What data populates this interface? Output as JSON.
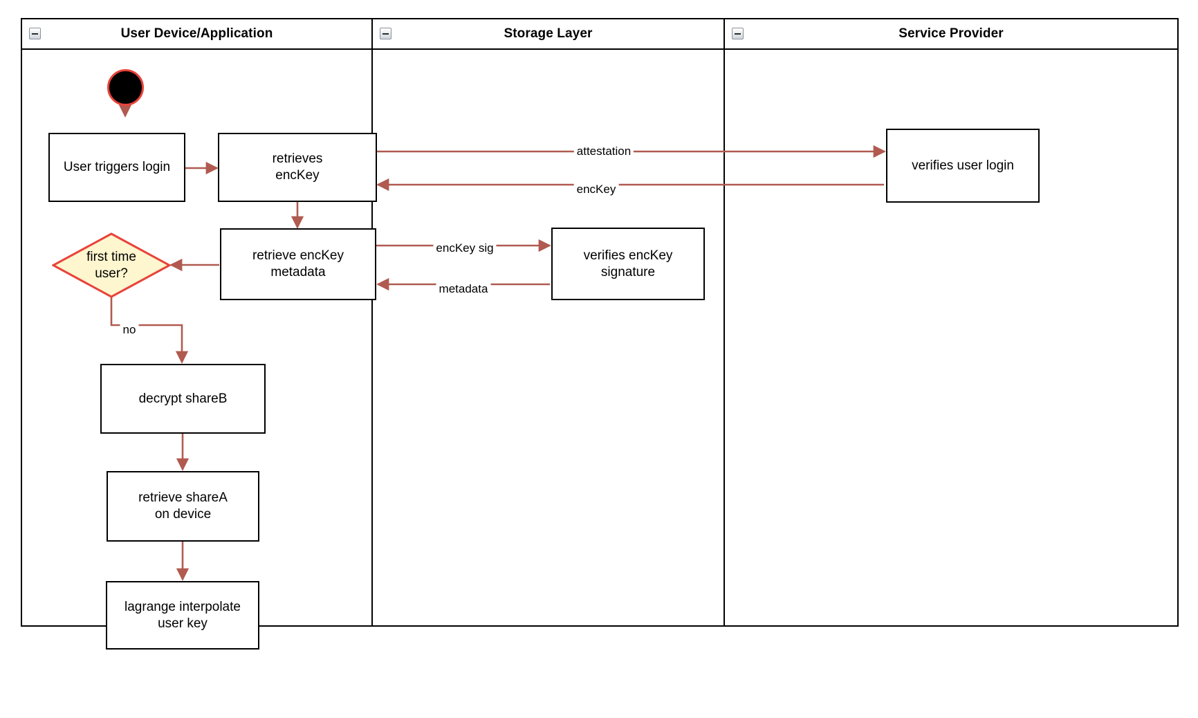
{
  "diagram": {
    "type": "swimlane-flowchart",
    "title": "",
    "accent_edge_color": "#b05a50",
    "node_border_color": "#000000",
    "decision_fill_color": "#fdf6cf",
    "decision_border_color": "#e8433a",
    "start_node_fill": "#000000",
    "start_node_border": "#e8433a"
  },
  "lanes": [
    {
      "id": "user",
      "title": "User Device/Application",
      "collapse_icon": "collapse-minus-icon"
    },
    {
      "id": "storage",
      "title": "Storage Layer",
      "collapse_icon": "collapse-minus-icon"
    },
    {
      "id": "provider",
      "title": "Service Provider",
      "collapse_icon": "collapse-minus-icon"
    }
  ],
  "nodes": [
    {
      "id": "start",
      "lane": "user",
      "shape": "start-circle",
      "label": ""
    },
    {
      "id": "trigger-login",
      "lane": "user",
      "shape": "process",
      "label": "User triggers login"
    },
    {
      "id": "retrieves-enckey",
      "lane": "user",
      "shape": "process",
      "label": "retrieves\nencKey"
    },
    {
      "id": "retrieve-enckey-metadata",
      "lane": "user",
      "shape": "process",
      "label": "retrieve encKey\nmetadata"
    },
    {
      "id": "first-time-user",
      "lane": "user",
      "shape": "decision",
      "label": "first time\nuser?"
    },
    {
      "id": "decrypt-shareb",
      "lane": "user",
      "shape": "process",
      "label": "decrypt shareB"
    },
    {
      "id": "retrieve-sharea",
      "lane": "user",
      "shape": "process",
      "label": "retrieve shareA\non device"
    },
    {
      "id": "lagrange-interpolate",
      "lane": "user",
      "shape": "process",
      "label": "lagrange interpolate\nuser key"
    },
    {
      "id": "verifies-enckey-signature",
      "lane": "storage",
      "shape": "process",
      "label": "verifies encKey\nsignature"
    },
    {
      "id": "verifies-user-login",
      "lane": "provider",
      "shape": "process",
      "label": "verifies user login"
    }
  ],
  "edges": [
    {
      "id": "e-start-trigger",
      "from": "start",
      "to": "trigger-login",
      "label": ""
    },
    {
      "id": "e-trigger-retrieves",
      "from": "trigger-login",
      "to": "retrieves-enckey",
      "label": ""
    },
    {
      "id": "e-attestation",
      "from": "retrieves-enckey",
      "to": "verifies-user-login",
      "label": "attestation"
    },
    {
      "id": "e-enckey",
      "from": "verifies-user-login",
      "to": "retrieves-enckey",
      "label": "encKey"
    },
    {
      "id": "e-retrieves-metadata",
      "from": "retrieves-enckey",
      "to": "retrieve-enckey-metadata",
      "label": ""
    },
    {
      "id": "e-enckey-sig",
      "from": "retrieve-enckey-metadata",
      "to": "verifies-enckey-signature",
      "label": "encKey sig"
    },
    {
      "id": "e-metadata",
      "from": "verifies-enckey-signature",
      "to": "retrieve-enckey-metadata",
      "label": "metadata"
    },
    {
      "id": "e-metadata-decision",
      "from": "retrieve-enckey-metadata",
      "to": "first-time-user",
      "label": ""
    },
    {
      "id": "e-no",
      "from": "first-time-user",
      "to": "decrypt-shareb",
      "label": "no"
    },
    {
      "id": "e-decrypt-retrieve",
      "from": "decrypt-shareb",
      "to": "retrieve-sharea",
      "label": ""
    },
    {
      "id": "e-retrieve-lagrange",
      "from": "retrieve-sharea",
      "to": "lagrange-interpolate",
      "label": ""
    }
  ]
}
